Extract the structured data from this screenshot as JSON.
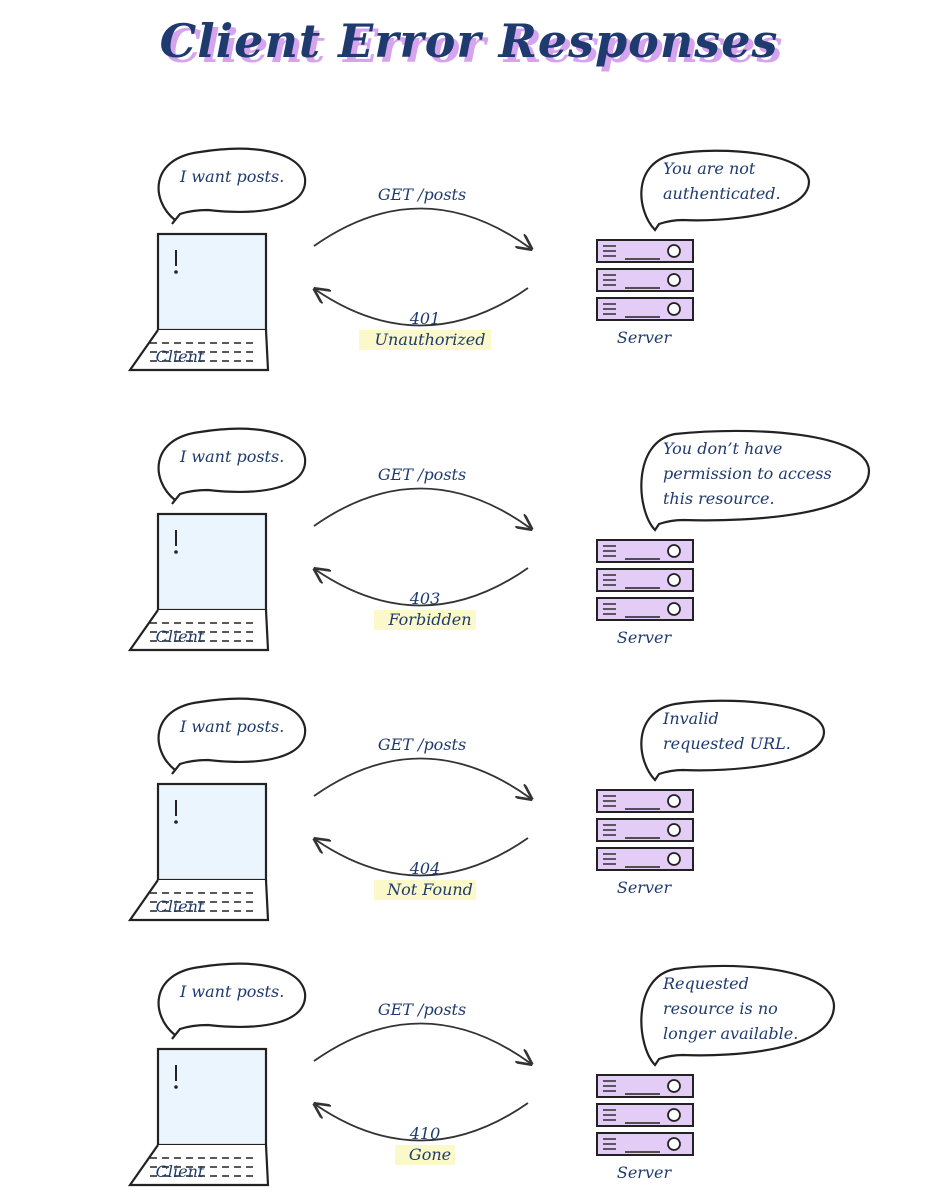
{
  "title": "Client Error Responses",
  "colors": {
    "ink": "#1f3a6e",
    "outline": "#222222",
    "title_shadow": "#d6a4ee",
    "server_fill": "#e3cdf7",
    "screen_fill": "#eaf5fd",
    "highlight": "#fbf9c9"
  },
  "rows": [
    {
      "client_bubble": "I want posts.",
      "request": "GET /posts",
      "status_code": "401",
      "status_text": "Unauthorized",
      "server_bubble": [
        "You are not",
        "authenticated."
      ],
      "client_label": "Client",
      "server_label": "Server"
    },
    {
      "client_bubble": "I want posts.",
      "request": "GET /posts",
      "status_code": "403",
      "status_text": "Forbidden",
      "server_bubble": [
        "You don’t have",
        "permission to access",
        "this resource."
      ],
      "client_label": "Client",
      "server_label": "Server"
    },
    {
      "client_bubble": "I want posts.",
      "request": "GET /posts",
      "status_code": "404",
      "status_text": "Not Found",
      "server_bubble": [
        "Invalid",
        "requested URL."
      ],
      "client_label": "Client",
      "server_label": "Server"
    },
    {
      "client_bubble": "I want posts.",
      "request": "GET /posts",
      "status_code": "410",
      "status_text": "Gone",
      "server_bubble": [
        "Requested",
        "resource is no",
        "longer available."
      ],
      "client_label": "Client",
      "server_label": "Server"
    }
  ]
}
